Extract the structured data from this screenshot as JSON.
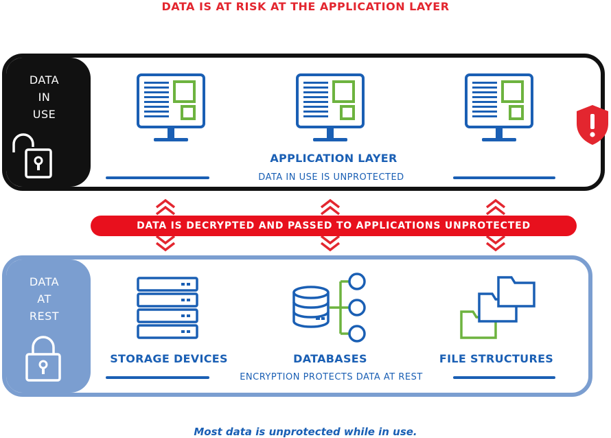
{
  "title": "DATA IS AT RISK AT THE APPLICATION LAYER",
  "in_use": {
    "label_lines": [
      "DATA",
      "IN",
      "USE"
    ],
    "heading": "APPLICATION LAYER",
    "subheading": "DATA IN USE IS UNPROTECTED"
  },
  "banner": "DATA IS DECRYPTED AND PASSED TO APPLICATIONS UNPROTECTED",
  "at_rest": {
    "label_lines": [
      "DATA",
      "AT",
      "REST"
    ],
    "items": [
      "STORAGE DEVICES",
      "DATABASES",
      "FILE STRUCTURES"
    ],
    "subheading": "ENCRYPTION PROTECTS DATA AT REST"
  },
  "caption": "Most data is unprotected while in use.",
  "colors": {
    "red": "#e3262f",
    "blue": "#1a5fb4",
    "green": "#6db33f",
    "black": "#111111",
    "light_blue": "#7b9ed0"
  },
  "icons": [
    "unlocked-padlock-icon",
    "monitor-icon",
    "shield-alert-icon",
    "double-arrow-icon",
    "locked-padlock-icon",
    "server-rack-icon",
    "database-icon",
    "folders-icon"
  ]
}
